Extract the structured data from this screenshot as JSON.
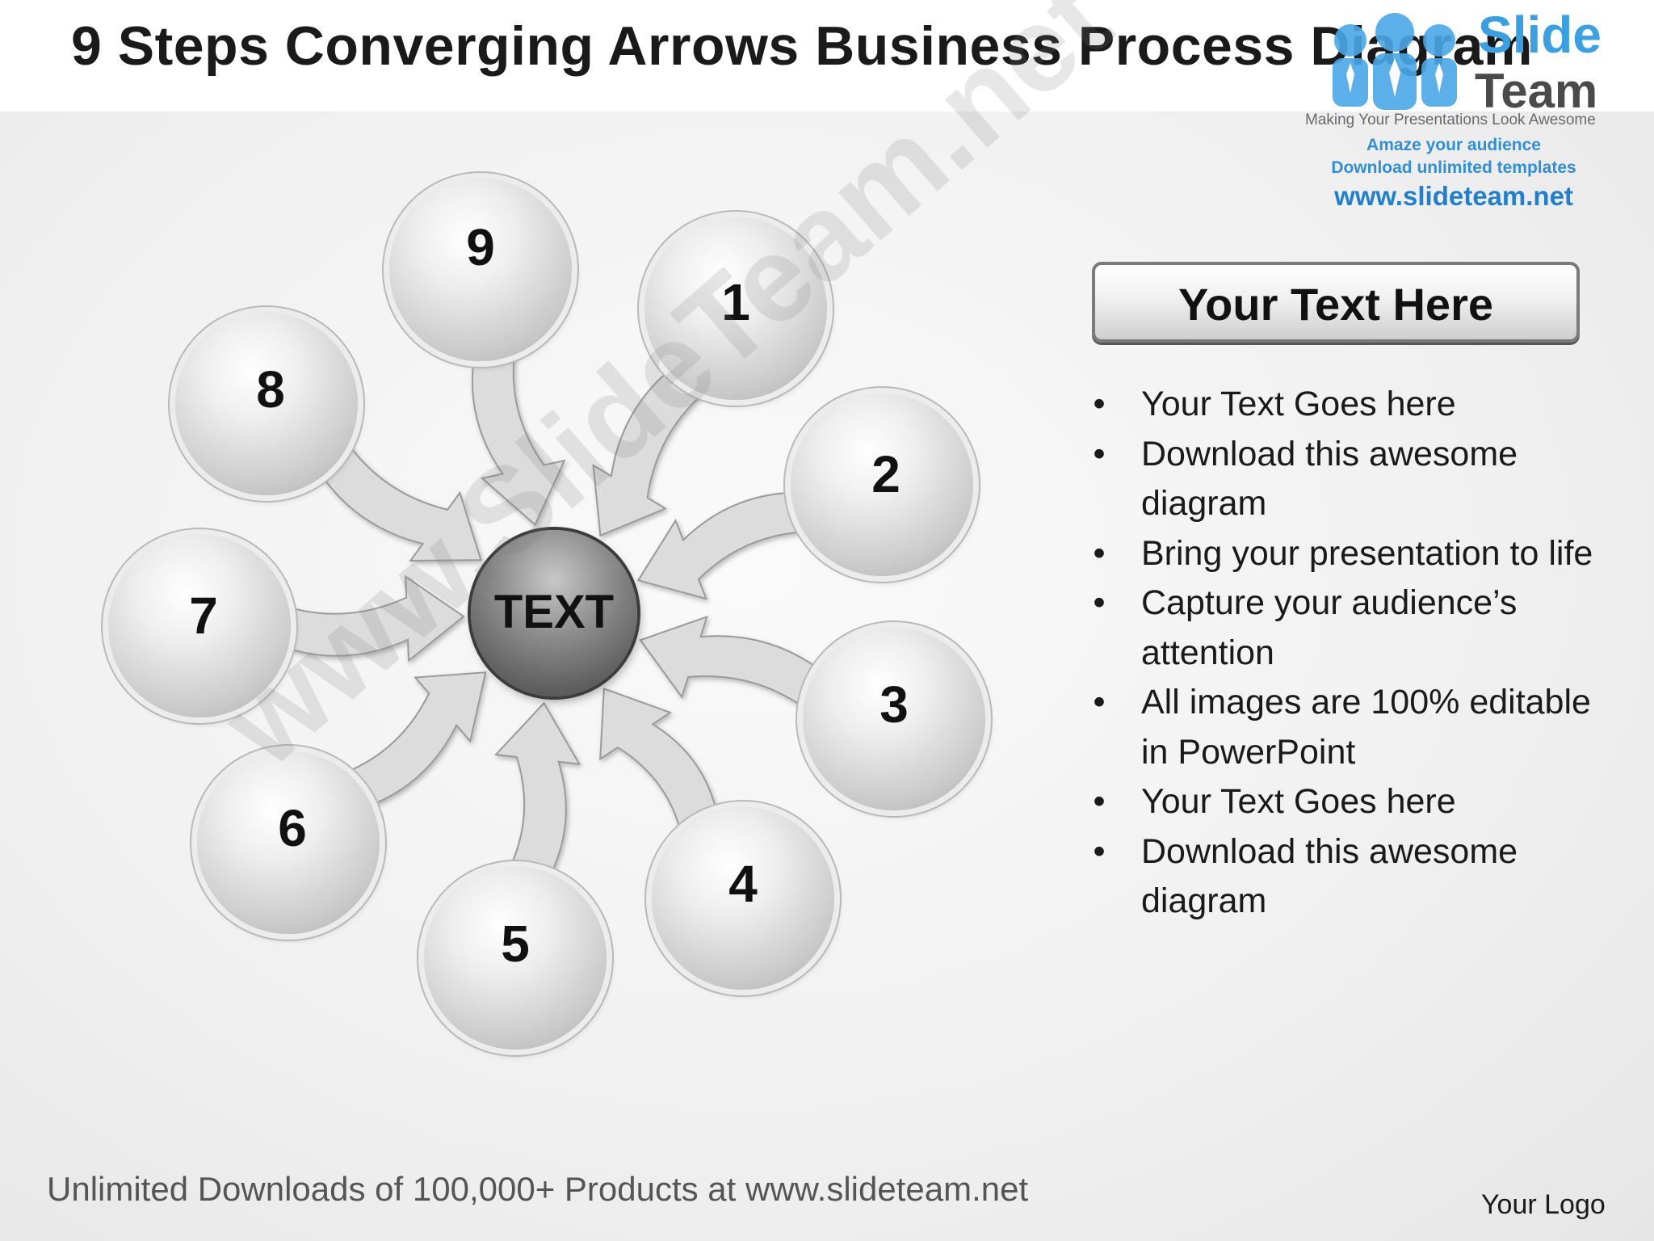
{
  "title": "9 Steps Converging Arrows Business Process Diagram",
  "logo": {
    "word1": "Slide",
    "word2": "Team",
    "tagline": "Making Your Presentations Look Awesome",
    "line1": "Amaze your audience",
    "line2": "Download unlimited templates",
    "url": "www.slideteam.net"
  },
  "diagram": {
    "center_label": "TEXT",
    "steps": [
      {
        "label": "1"
      },
      {
        "label": "2"
      },
      {
        "label": "3"
      },
      {
        "label": "4"
      },
      {
        "label": "5"
      },
      {
        "label": "6"
      },
      {
        "label": "7"
      },
      {
        "label": "8"
      },
      {
        "label": "9"
      }
    ]
  },
  "panel": {
    "header": "Your Text Here",
    "bullets": [
      "Your Text Goes here",
      "Download this awesome diagram",
      "Bring your presentation to life",
      "Capture your audience’s attention",
      "All images are 100% editable in PowerPoint",
      "Your Text Goes here",
      "Download this awesome diagram"
    ]
  },
  "watermark": "www.SlideTeam.net",
  "footer": "Unlimited Downloads of 100,000+ Products at www.slideteam.net",
  "your_logo": "Your Logo",
  "colors": {
    "logo_blue": "#3aa0e4",
    "logo_gray": "#4a4a4a",
    "circle_gray": "#c9c9c9",
    "hub_dark": "#555555"
  }
}
